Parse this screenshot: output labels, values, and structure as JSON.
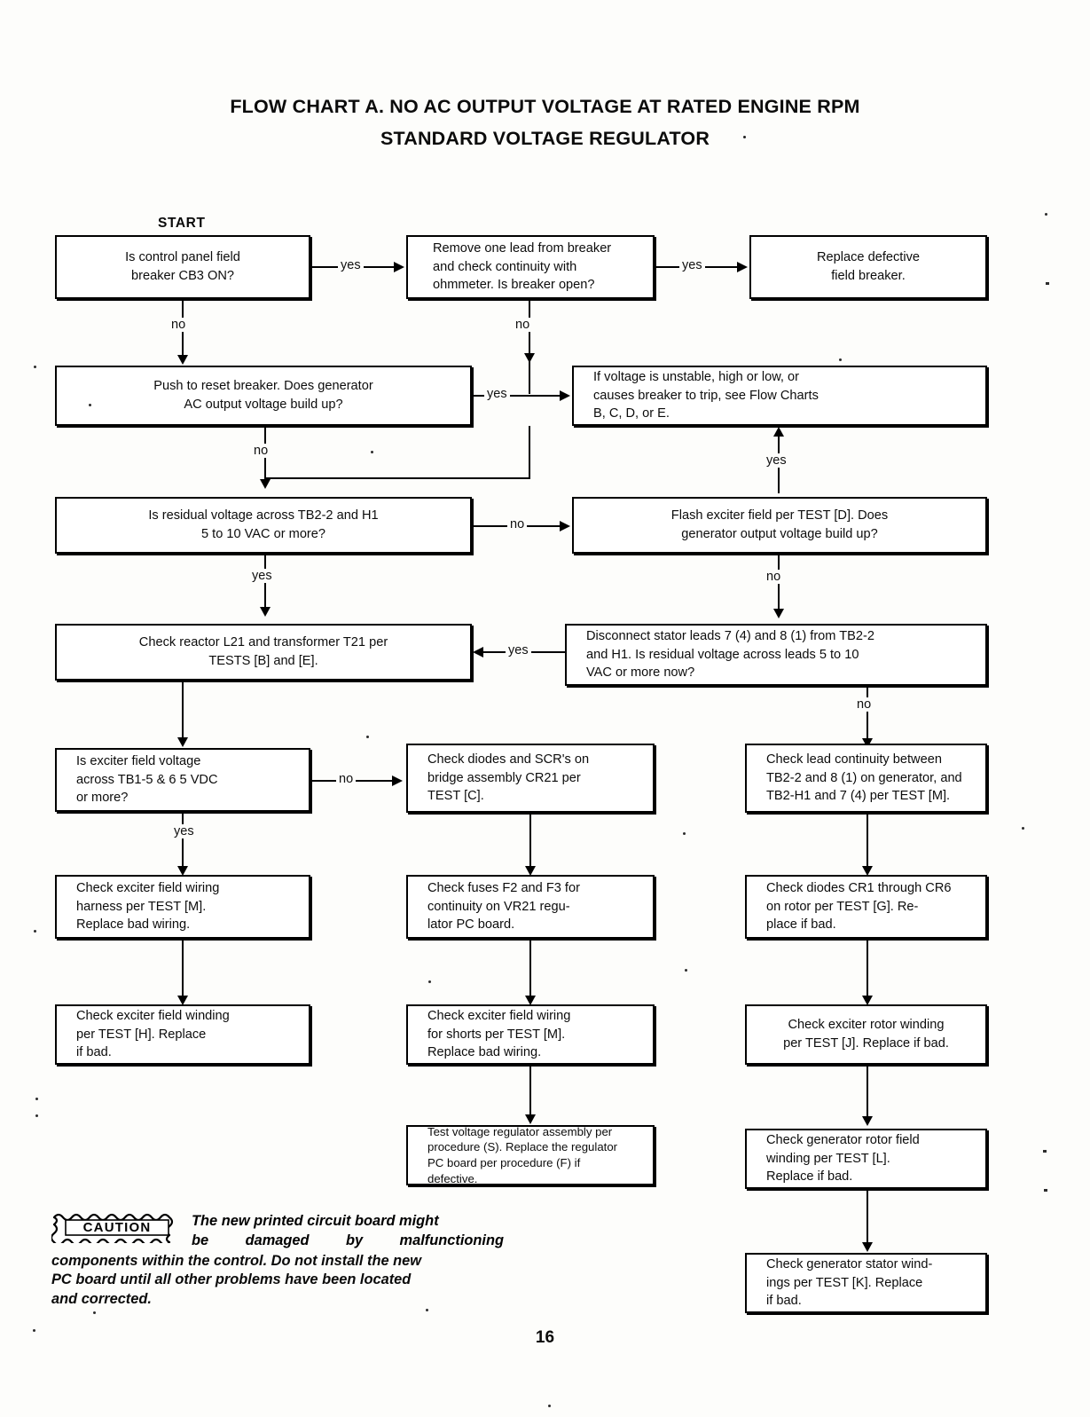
{
  "document": {
    "title_line1": "FLOW CHART A. NO AC OUTPUT VOLTAGE AT RATED ENGINE RPM",
    "title_line2": "STANDARD VOLTAGE REGULATOR",
    "page_number": "16"
  },
  "flowchart": {
    "start_label": "START",
    "nodes": [
      {
        "id": "n1",
        "text": "Is control panel field\nbreaker CB3 ON?"
      },
      {
        "id": "n2",
        "text": "Remove one lead from breaker\nand check continuity with\nohmmeter. Is breaker open?"
      },
      {
        "id": "n3",
        "text": "Replace defective\nfield breaker."
      },
      {
        "id": "n4",
        "text": "Push to reset breaker. Does generator\nAC output voltage build up?"
      },
      {
        "id": "n5",
        "text": "If voltage is unstable, high or low, or\ncauses breaker to trip, see Flow Charts\nB, C, D, or E."
      },
      {
        "id": "n6",
        "text": "Is residual voltage across TB2-2 and H1\n5 to 10 VAC or more?"
      },
      {
        "id": "n7",
        "text": "Flash exciter field per TEST [D]. Does\ngenerator output voltage build up?"
      },
      {
        "id": "n8",
        "text": "Check reactor L21 and transformer T21 per\nTESTS [B] and [E]."
      },
      {
        "id": "n9",
        "text": "Disconnect stator leads 7 (4) and 8 (1) from TB2-2\nand H1. Is residual voltage across leads 5 to 10\nVAC or more now?"
      },
      {
        "id": "n10",
        "text": "Is exciter field voltage\nacross TB1-5 & 6 5 VDC\nor more?"
      },
      {
        "id": "n11",
        "text": "Check diodes and SCR's on\nbridge assembly CR21 per\nTEST [C]."
      },
      {
        "id": "n12",
        "text": "Check lead continuity between\nTB2-2 and 8 (1) on generator, and\nTB2-H1 and 7 (4) per TEST [M]."
      },
      {
        "id": "n13",
        "text": "Check exciter field wiring\nharness per TEST  [M].\nReplace bad wiring."
      },
      {
        "id": "n14",
        "text": "Check fuses F2 and F3 for\ncontinuity on VR21 regu-\nlator PC board."
      },
      {
        "id": "n15",
        "text": "Check diodes CR1 through CR6\non rotor per TEST [G]. Re-\nplace if bad."
      },
      {
        "id": "n16",
        "text": "Check exciter field winding\nper TEST [H]. Replace\nif bad."
      },
      {
        "id": "n17",
        "text": "Check exciter field wiring\nfor shorts per TEST [M].\nReplace bad wiring."
      },
      {
        "id": "n18",
        "text": "Check exciter rotor winding\nper TEST [J]. Replace if bad."
      },
      {
        "id": "n19",
        "text": "Test voltage regulator assembly per\nprocedure (S). Replace the regulator\nPC board per procedure (F) if\ndefective."
      },
      {
        "id": "n20",
        "text": "Check generator rotor field\nwinding per TEST [L].\nReplace if bad."
      },
      {
        "id": "n21",
        "text": "Check generator stator wind-\nings per TEST [K]. Replace\nif bad."
      }
    ],
    "edge_labels": {
      "e1_yes": "yes",
      "e1_no": "no",
      "e2_yes": "yes",
      "e2_no": "no",
      "e4_yes": "yes",
      "e4_no": "no",
      "e6_no": "no",
      "e6_yes": "yes",
      "e7_yes": "yes",
      "e7_no": "no",
      "e9_yes": "yes",
      "e9_no": "no",
      "e10_no": "no",
      "e10_yes": "yes"
    }
  },
  "caution": {
    "badge_label": "CAUTION",
    "line1": "The new printed circuit board might",
    "line2_a": "be",
    "line2_b": "damaged",
    "line2_c": "by",
    "line2_d": "malfunctioning",
    "line3": "components within the control. Do not install the new",
    "line4": "PC board until all other problems have been located",
    "line5": "and corrected."
  },
  "colors": {
    "ink": "#000000",
    "paper": "#fdfdfb"
  }
}
